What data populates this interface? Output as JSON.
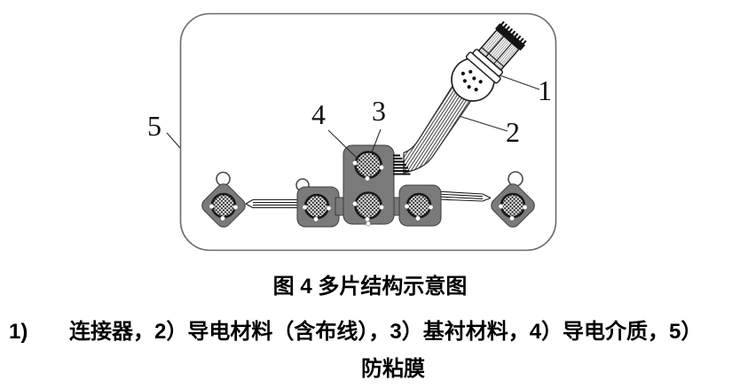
{
  "figure": {
    "callouts": [
      {
        "label": "1"
      },
      {
        "label": "2"
      },
      {
        "label": "3"
      },
      {
        "label": "4"
      },
      {
        "label": "5"
      }
    ],
    "colors": {
      "pad_gray": "#7a7a7a",
      "pad_outline": "#3e3e3e",
      "electrode_dark": "#262626",
      "border_gray": "#6a6a6a",
      "line_dark": "#1a1a1a"
    }
  },
  "caption": "图 4 多片结构示意图",
  "legend": {
    "line1": "1)       连接器，2）导电材料（含布线），3）基衬材料，4）导电介质，5）",
    "line2": "防粘膜"
  }
}
